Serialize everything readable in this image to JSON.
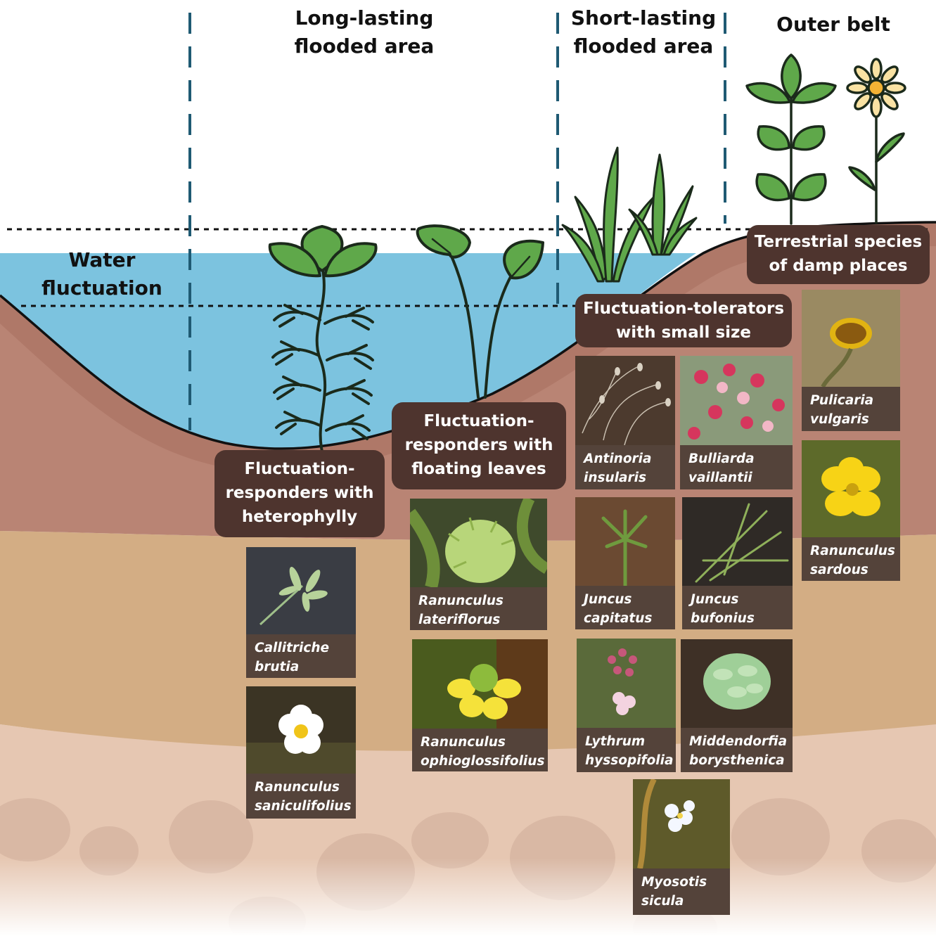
{
  "zones": {
    "long_lasting": "Long-lasting\nflooded area",
    "short_lasting": "Short-lasting\nflooded area",
    "outer_belt": "Outer belt"
  },
  "water_fluctuation": "Water\nfluctuation",
  "groups": {
    "heterophylly": "Fluctuation-\nresponders with\nheterophylly",
    "floating": "Fluctuation-\nresponders with\nfloating leaves",
    "tolerators": "Fluctuation-tolerators\nwith small size",
    "terrestrial": "Terrestrial species\nof damp places"
  },
  "species": {
    "callitriche": "Callitriche\nbrutia",
    "ran_sanic": "Ranunculus\nsaniculifolius",
    "ran_later": "Ranunculus\nlateriflorus",
    "ran_ophio": "Ranunculus\nophioglossifolius",
    "antinoria": "Antinoria\ninsularis",
    "bulliarda": "Bulliarda\nvaillantii",
    "juncus_cap": "Juncus\ncapitatus",
    "juncus_buf": "Juncus\nbufonius",
    "lythrum": "Lythrum\nhyssopifolia",
    "middendorfia": "Middendorfia\nborysthenica",
    "myosotis": "Myosotis\nsicula",
    "pulicaria": "Pulicaria\nvulgaris",
    "ran_sardous": "Ranunculus\nsardous"
  },
  "colors": {
    "water": "#7cc3df",
    "soil_top": "#b98474",
    "soil_mid": "#d3ad84",
    "soil_low": "#e6c7b2",
    "label_bg": "#4e342e",
    "caption_bg": "#54433a",
    "leaf": "#5fa84a",
    "dash_line": "#1f5a73"
  }
}
